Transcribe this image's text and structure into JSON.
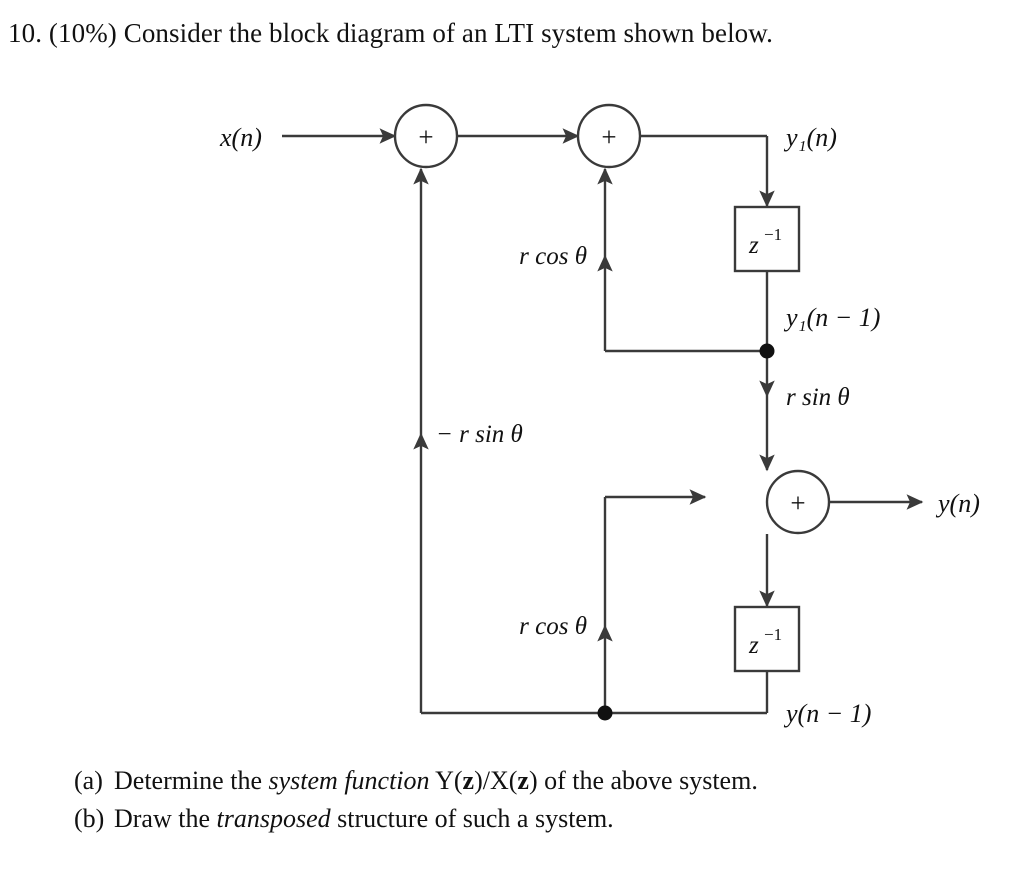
{
  "document": {
    "problem_number": "10.",
    "points": "(10%)",
    "prompt": "10. (10%) Consider the block diagram of an LTI system shown below."
  },
  "figure": {
    "name": "lti-block-diagram",
    "input_label": "x(n)",
    "intermediate_output_label": "y₁(n)",
    "delayed_intermediate_label": "y₁(n − 1)",
    "final_output_label": "y(n)",
    "delayed_output_label": "y(n − 1)",
    "adders": [
      {
        "id": "adder-1",
        "symbol": "+"
      },
      {
        "id": "adder-2",
        "symbol": "+"
      },
      {
        "id": "adder-3",
        "symbol": "+"
      }
    ],
    "delay_blocks": [
      {
        "id": "delay-1",
        "base": "z",
        "exponent": "−1"
      },
      {
        "id": "delay-2",
        "base": "z",
        "exponent": "−1"
      }
    ],
    "gains": [
      {
        "id": "gain-rcos-top",
        "label": "r cos θ"
      },
      {
        "id": "gain-neg-rsin",
        "label": "− r sin θ"
      },
      {
        "id": "gain-rsin",
        "label": "r sin θ"
      },
      {
        "id": "gain-rcos-bottom",
        "label": "r cos θ"
      }
    ],
    "stroke_color": "#3a3a3a",
    "text_color": "#111111"
  },
  "subparts": [
    {
      "marker": "(a)",
      "text_before": "Determine the ",
      "emphasis": "system function",
      "text_middle": " Y(",
      "var1": "z",
      "text_slash": ")/X(",
      "var2": "z",
      "text_after": ") of the above system.",
      "full_text": "(a) Determine the system function Y(z)/X(z) of the above system."
    },
    {
      "marker": "(b)",
      "text_before": "Draw the ",
      "emphasis": "transposed",
      "text_after": " structure of such a system.",
      "full_text": "(b) Draw the transposed structure of such a system."
    }
  ]
}
